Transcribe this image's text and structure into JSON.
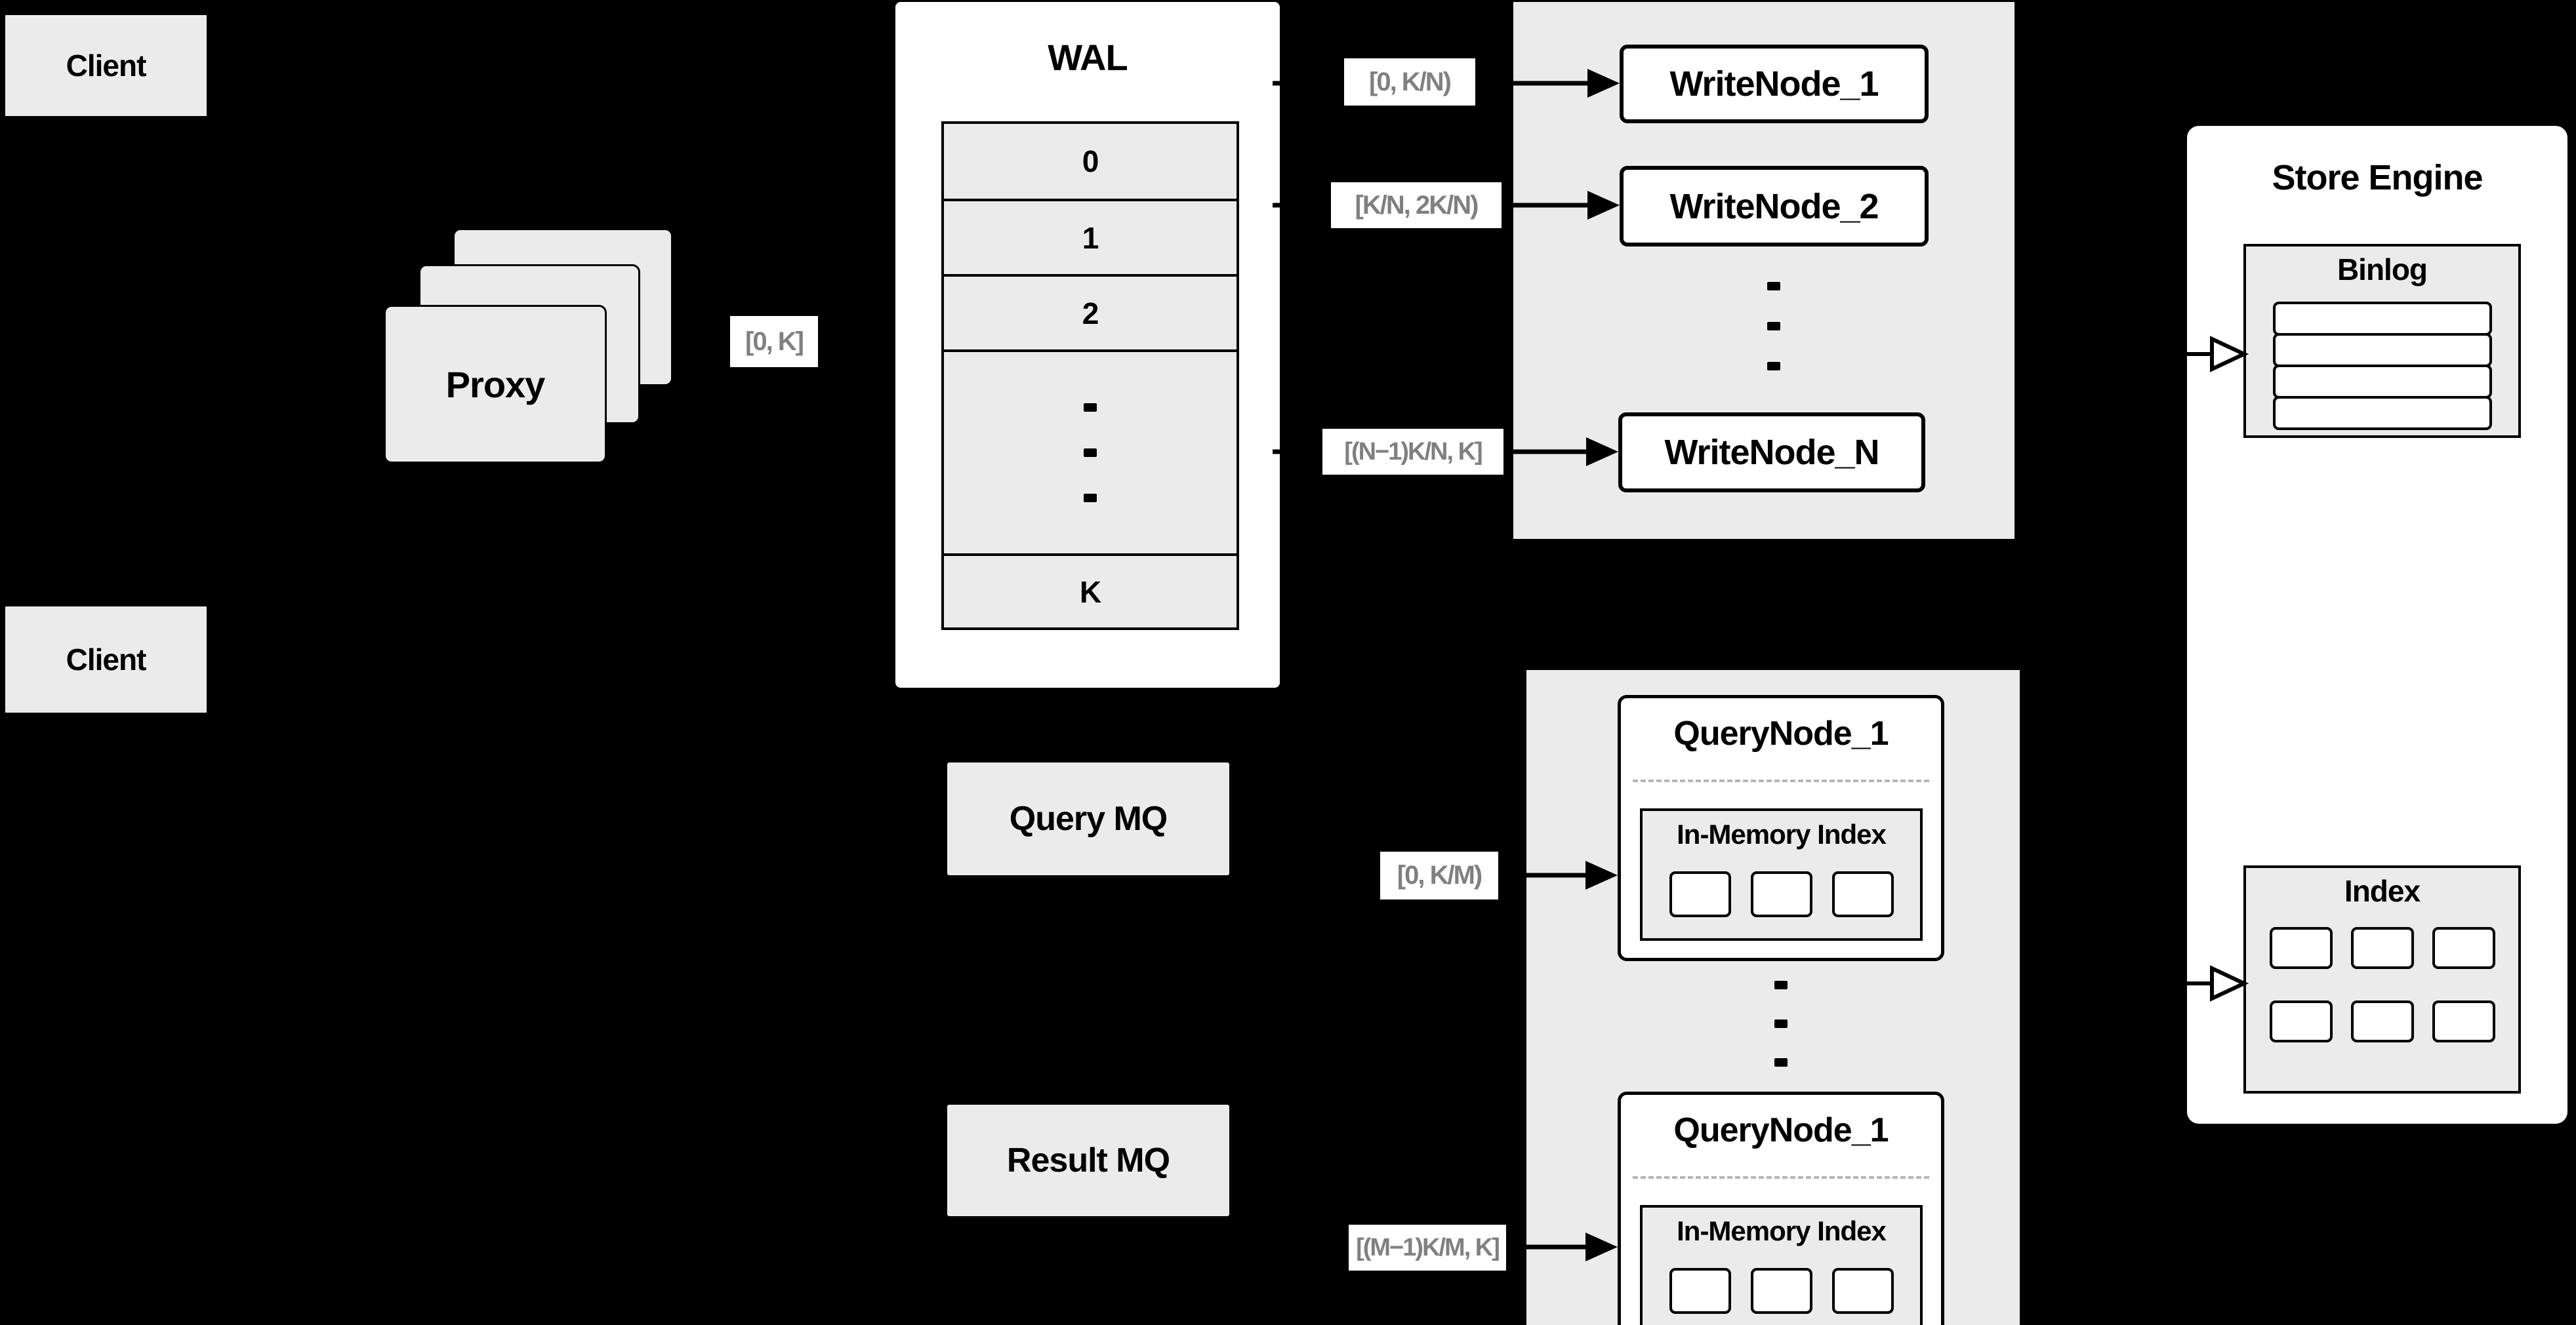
{
  "colors": {
    "background": "#000000",
    "panel_gray": "#ebebeb",
    "box_white": "#ffffff",
    "stroke": "#000000",
    "chip_text": "#808080",
    "dashed_divider": "#b5b5b5"
  },
  "clients": {
    "top": "Client",
    "bottom": "Client"
  },
  "proxy": {
    "label": "Proxy"
  },
  "flow_labels": {
    "proxy_to_wal": "[0, K]",
    "wal_to_wn1": "[0, K/N)",
    "wal_to_wn2": "[K/N, 2K/N)",
    "wal_to_wnN": "[(N−1)K/N, K]",
    "mq_to_qn1": "[0, K/M)",
    "mq_to_qn2": "[(M−1)K/M, K]"
  },
  "wal": {
    "title": "WAL",
    "rows": [
      "0",
      "1",
      "2",
      "K"
    ]
  },
  "write_nodes": [
    "WriteNode_1",
    "WriteNode_2",
    "WriteNode_N"
  ],
  "message_queues": {
    "query": "Query MQ",
    "result": "Result MQ"
  },
  "query_nodes": [
    {
      "title": "QueryNode_1",
      "inner_title": "In-Memory Index"
    },
    {
      "title": "QueryNode_1",
      "inner_title": "In-Memory Index"
    }
  ],
  "store_engine": {
    "title": "Store Engine",
    "binlog_title": "Binlog",
    "index_title": "Index"
  }
}
